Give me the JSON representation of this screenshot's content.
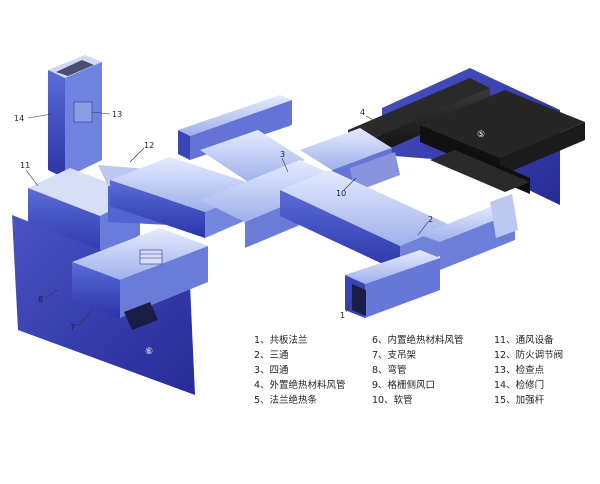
{
  "callouts": {
    "c1": "1",
    "c2": "2",
    "c3": "3",
    "c4": "4",
    "c5": "⑤",
    "c6": "⑥",
    "c7": "7",
    "c8": "8",
    "c10": "10",
    "c11": "11",
    "c12": "12",
    "c13": "13",
    "c14": "14"
  },
  "legend": {
    "col1": [
      "1、共板法兰",
      "2、三通",
      "3、四通",
      "4、外置绝热材料风管",
      "5、法兰绝热条"
    ],
    "col2": [
      "6、内置绝热材料风管",
      "7、支吊架",
      "8、弯管",
      "9、格栅侧风口",
      "10、软管"
    ],
    "col3": [
      "11、通风设备",
      "12、防火调节阀",
      "13、检查点",
      "14、检修门",
      "15、加强杆"
    ]
  },
  "colors": {
    "duct_light": "#c6d2f2",
    "duct_mid": "#5f73d6",
    "duct_dark": "#2a33a6",
    "wall": "#3a3fb0",
    "insulated": "#161616"
  }
}
